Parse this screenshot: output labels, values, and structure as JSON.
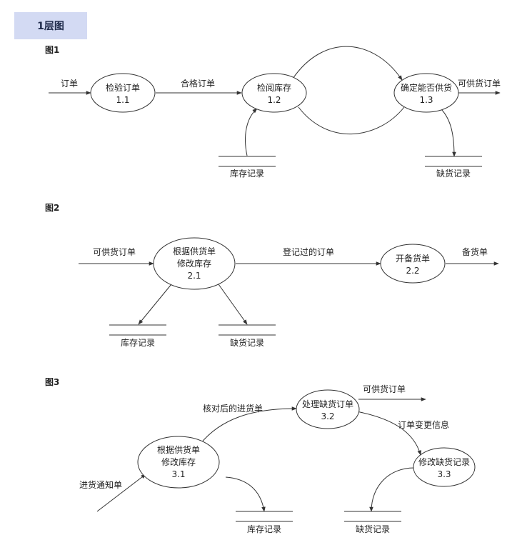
{
  "title": "1层图",
  "figures": [
    {
      "label": "图1",
      "processes": [
        {
          "name": "检验订单",
          "id": "1.1"
        },
        {
          "name": "检阅库存",
          "id": "1.2"
        },
        {
          "name": "确定能否供货",
          "id": "1.3"
        }
      ],
      "stores": [
        "库存记录",
        "缺货记录"
      ],
      "flows": [
        "订单",
        "合格订单",
        "可供货订单"
      ]
    },
    {
      "label": "图2",
      "processes": [
        {
          "name_lines": [
            "根据供货单",
            "修改库存"
          ],
          "id": "2.1"
        },
        {
          "name": "开备货单",
          "id": "2.2"
        }
      ],
      "stores": [
        "库存记录",
        "缺货记录"
      ],
      "flows": [
        "可供货订单",
        "登记过的订单",
        "备货单"
      ]
    },
    {
      "label": "图3",
      "processes": [
        {
          "name_lines": [
            "根据供货单",
            "修改库存"
          ],
          "id": "3.1"
        },
        {
          "name": "处理缺货订单",
          "id": "3.2"
        },
        {
          "name": "修改缺货记录",
          "id": "3.3"
        }
      ],
      "stores": [
        "库存记录",
        "缺货记录"
      ],
      "flows": [
        "进货通知单",
        "核对后的进货单",
        "可供货订单",
        "订单变更信息"
      ]
    }
  ]
}
